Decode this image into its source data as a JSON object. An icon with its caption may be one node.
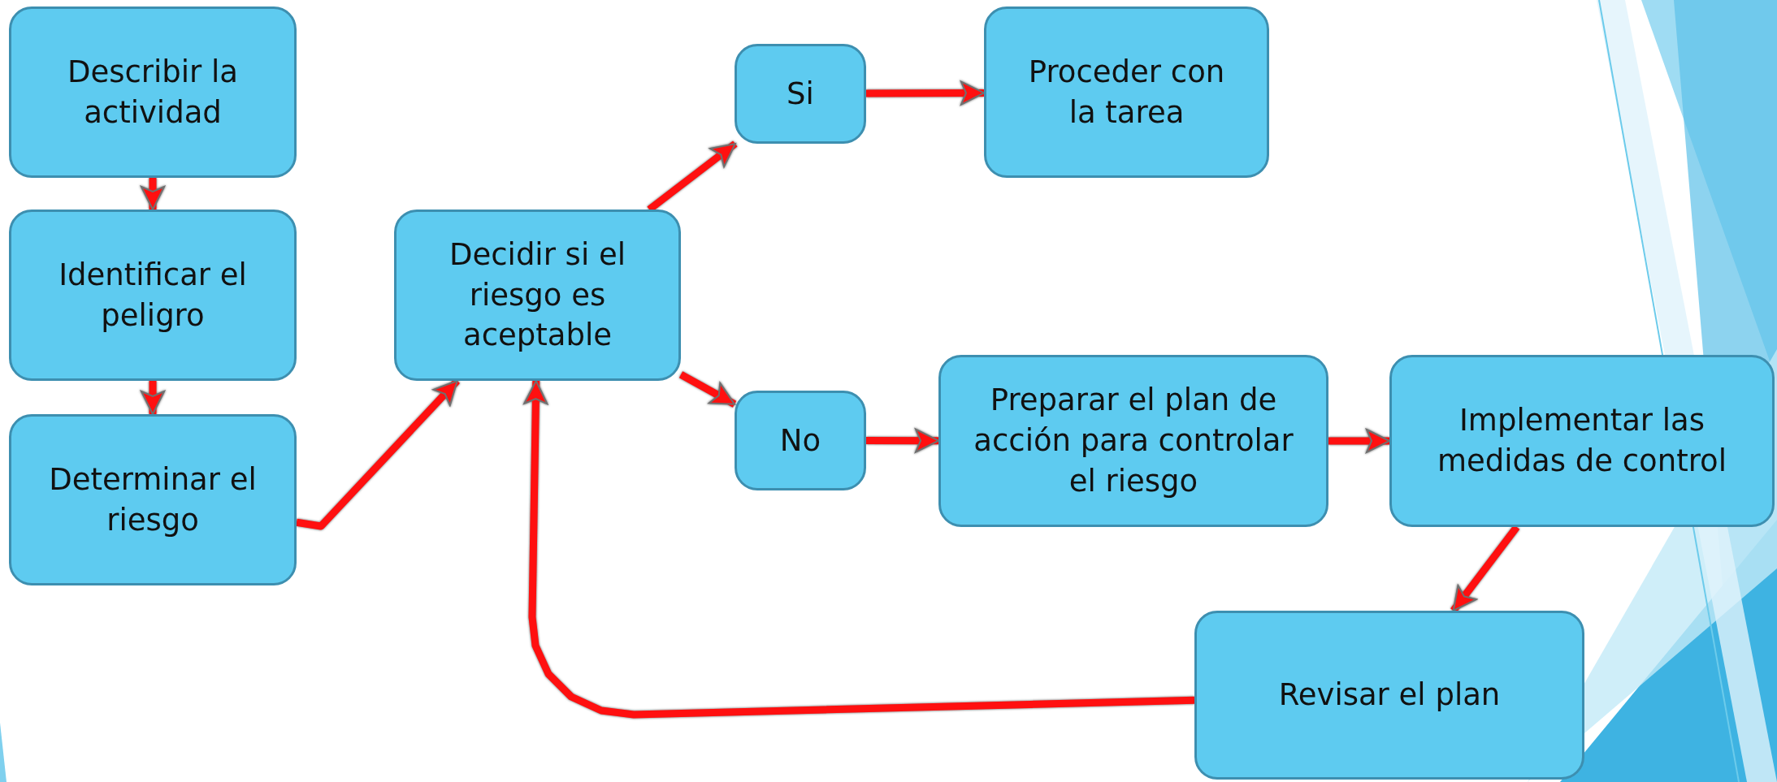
{
  "diagram": {
    "nodes": [
      {
        "text": [
          "Describir la actividad"
        ]
      },
      {
        "text": [
          "Identificar el peligro"
        ]
      },
      {
        "text": [
          "Determinar el riesgo"
        ]
      },
      {
        "text": [
          "Decidir si el riesgo es aceptable"
        ]
      },
      {
        "text": [
          "Si"
        ]
      },
      {
        "text": [
          "Proceder con la tarea"
        ]
      },
      {
        "text": [
          "No"
        ]
      },
      {
        "text": [
          "Preparar el plan de acción para controlar el riesgo"
        ]
      },
      {
        "text": [
          "Implementar las medidas de control"
        ]
      },
      {
        "text": [
          "Revisar el plan"
        ]
      }
    ],
    "edges": [
      {
        "from": 0,
        "to": 1,
        "arrow": "to"
      },
      {
        "from": 1,
        "to": 2,
        "arrow": "to"
      },
      {
        "from": 2,
        "to": 3,
        "arrow": "to"
      },
      {
        "from": 3,
        "to": 4,
        "arrow": "to"
      },
      {
        "from": 4,
        "to": 5,
        "arrow": "to"
      },
      {
        "from": 3,
        "to": 6,
        "arrow": "to"
      },
      {
        "from": 6,
        "to": 7,
        "arrow": "to"
      },
      {
        "from": 7,
        "to": 8,
        "arrow": "to"
      },
      {
        "from": 8,
        "to": 9,
        "arrow": "to"
      },
      {
        "from": 9,
        "to": 3,
        "arrow": "to"
      }
    ]
  }
}
